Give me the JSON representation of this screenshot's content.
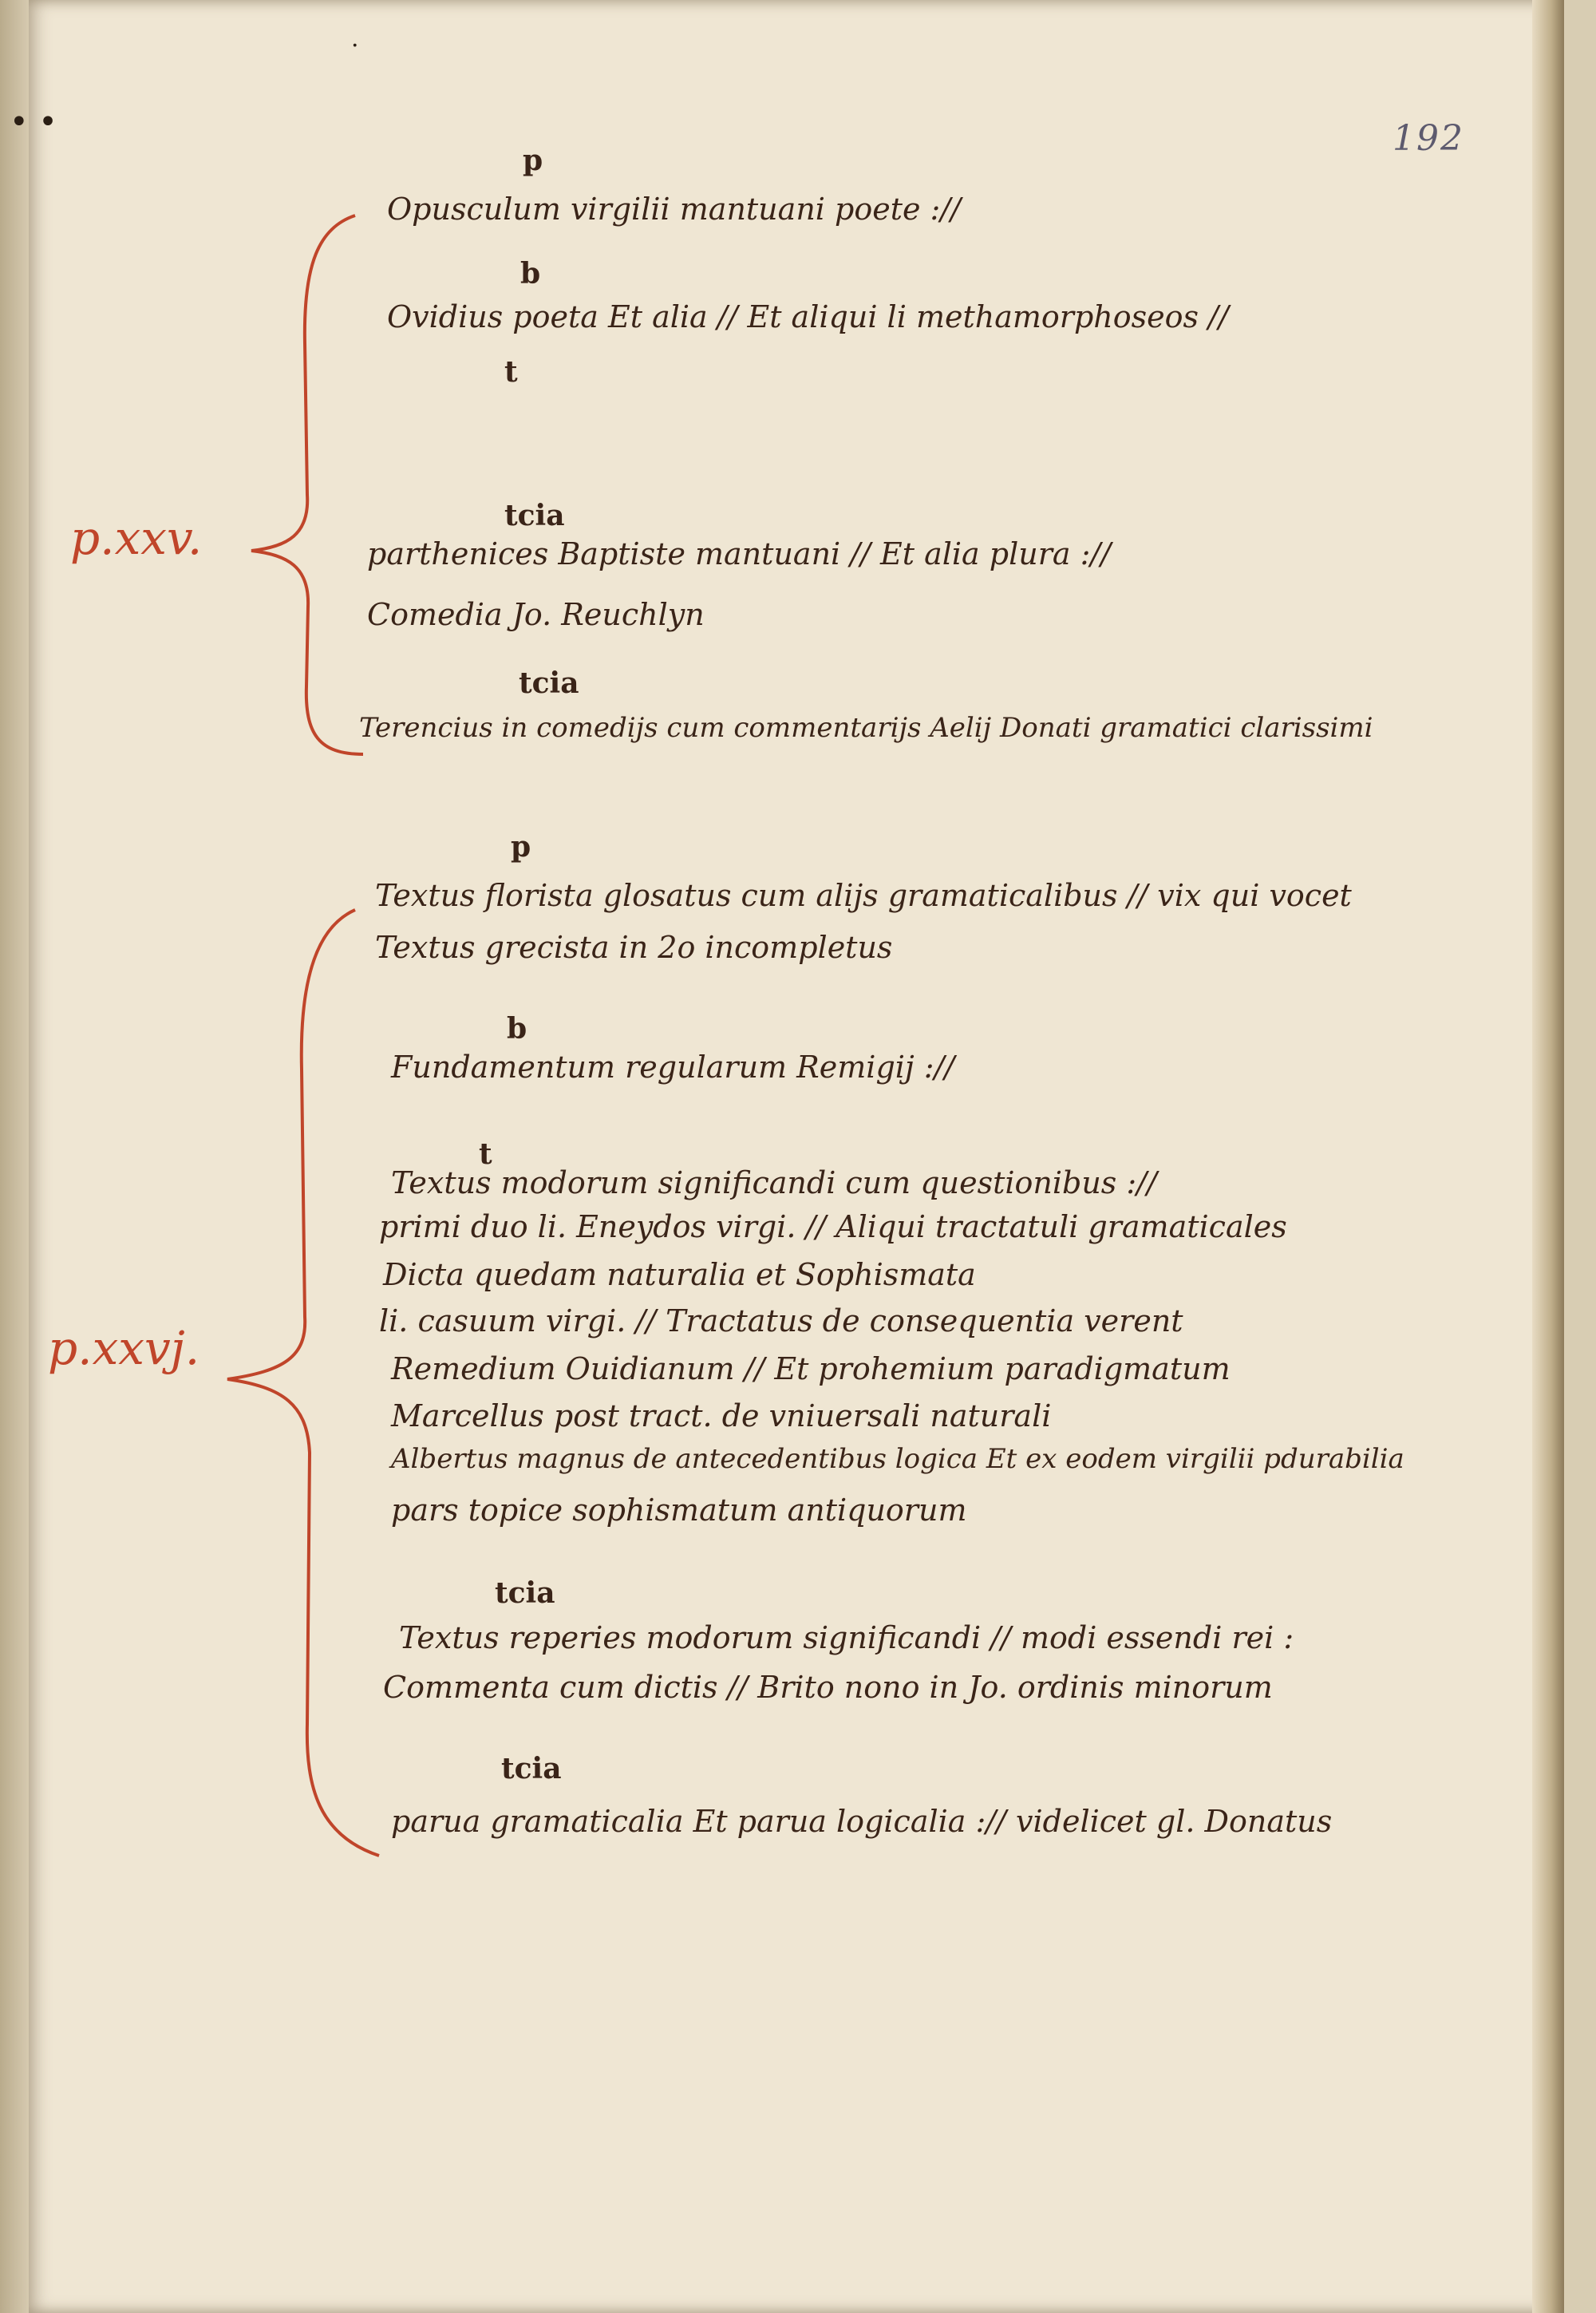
{
  "folio_number": "192",
  "section_1": {
    "marker": "p.xxv.",
    "groups": [
      {
        "heading": "p",
        "lines": [
          "Opusculum virgilii mantuani poete ://"
        ]
      },
      {
        "heading": "b",
        "lines": [
          "Ovidius poeta Et alia // Et aliqui li methamorphoseos //"
        ]
      },
      {
        "heading": "t",
        "lines": []
      },
      {
        "heading": "tcia",
        "lines": [
          "parthenices Baptiste mantuani // Et alia plura ://",
          "Comedia Jo. Reuchlyn"
        ]
      },
      {
        "heading": "tcia",
        "lines": [
          "Terencius in comedijs cum commentarijs Aelij Donati gramatici clarissimi"
        ]
      }
    ]
  },
  "section_2": {
    "marker": "p.xxvj.",
    "groups": [
      {
        "heading": "p",
        "lines": [
          "Textus florista glosatus cum alijs gramaticalibus // vix qui vocet",
          "Textus grecista in 2o incompletus"
        ]
      },
      {
        "heading": "b",
        "lines": [
          "Fundamentum regularum Remigij ://"
        ]
      },
      {
        "heading": "t",
        "lines": [
          "Textus modorum significandi cum questionibus ://",
          "primi duo li. Eneydos virgi. // Aliqui tractatuli gramaticales",
          "Dicta quedam naturalia et Sophismata",
          "li. casuum virgi. // Tractatus de consequentia verent",
          "Remedium Ouidianum // Et prohemium paradigmatum",
          "Marcellus post tract. de vniuersali naturali",
          "Albertus magnus de antecedentibus logica Et ex eodem virgilii pdurabilia",
          "pars topice sophismatum antiquorum"
        ]
      },
      {
        "heading": "tcia",
        "lines": [
          "Textus reperies modorum significandi // modi essendi rei :",
          "Commenta cum dictis // Brito nono in Jo. ordinis minorum"
        ]
      },
      {
        "heading": "tcia",
        "lines": [
          "parua gramaticalia Et parua logicalia :// videlicet gl. Donatus"
        ]
      }
    ]
  },
  "colors": {
    "ink": "#3a2418",
    "rubric": "#c0452a",
    "parchment": "#efe6d3",
    "folio_ink": "#5d5a6e"
  }
}
